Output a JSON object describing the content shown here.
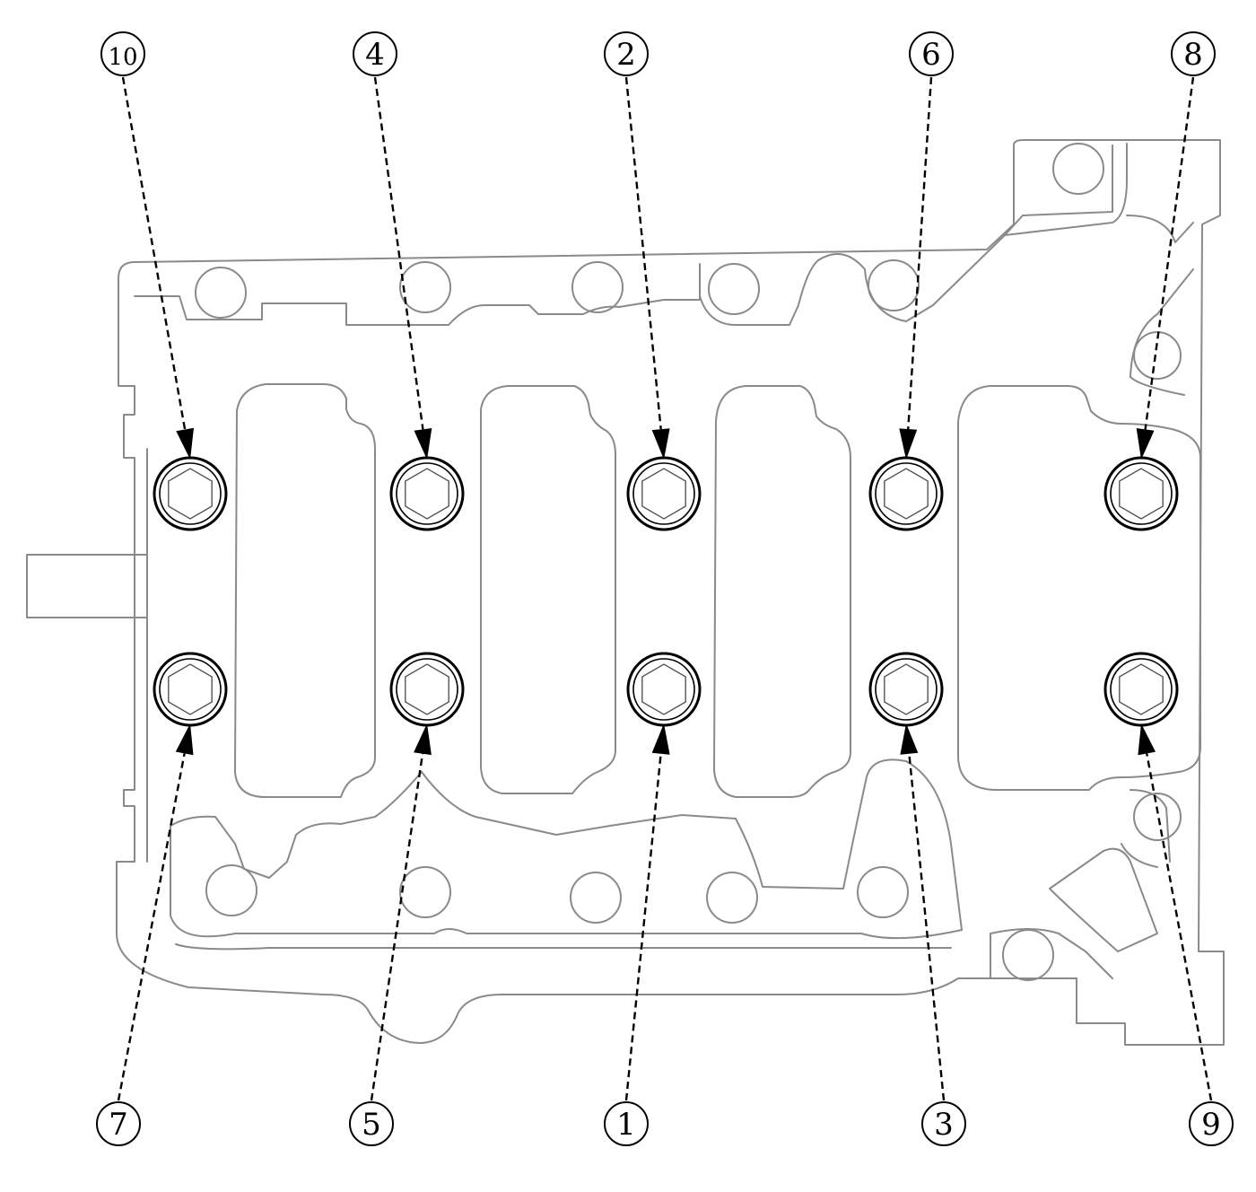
{
  "diagram": {
    "callouts_top": [
      "10",
      "4",
      "2",
      "6",
      "8"
    ],
    "callouts_bottom": [
      "7",
      "5",
      "1",
      "3",
      "9"
    ]
  }
}
